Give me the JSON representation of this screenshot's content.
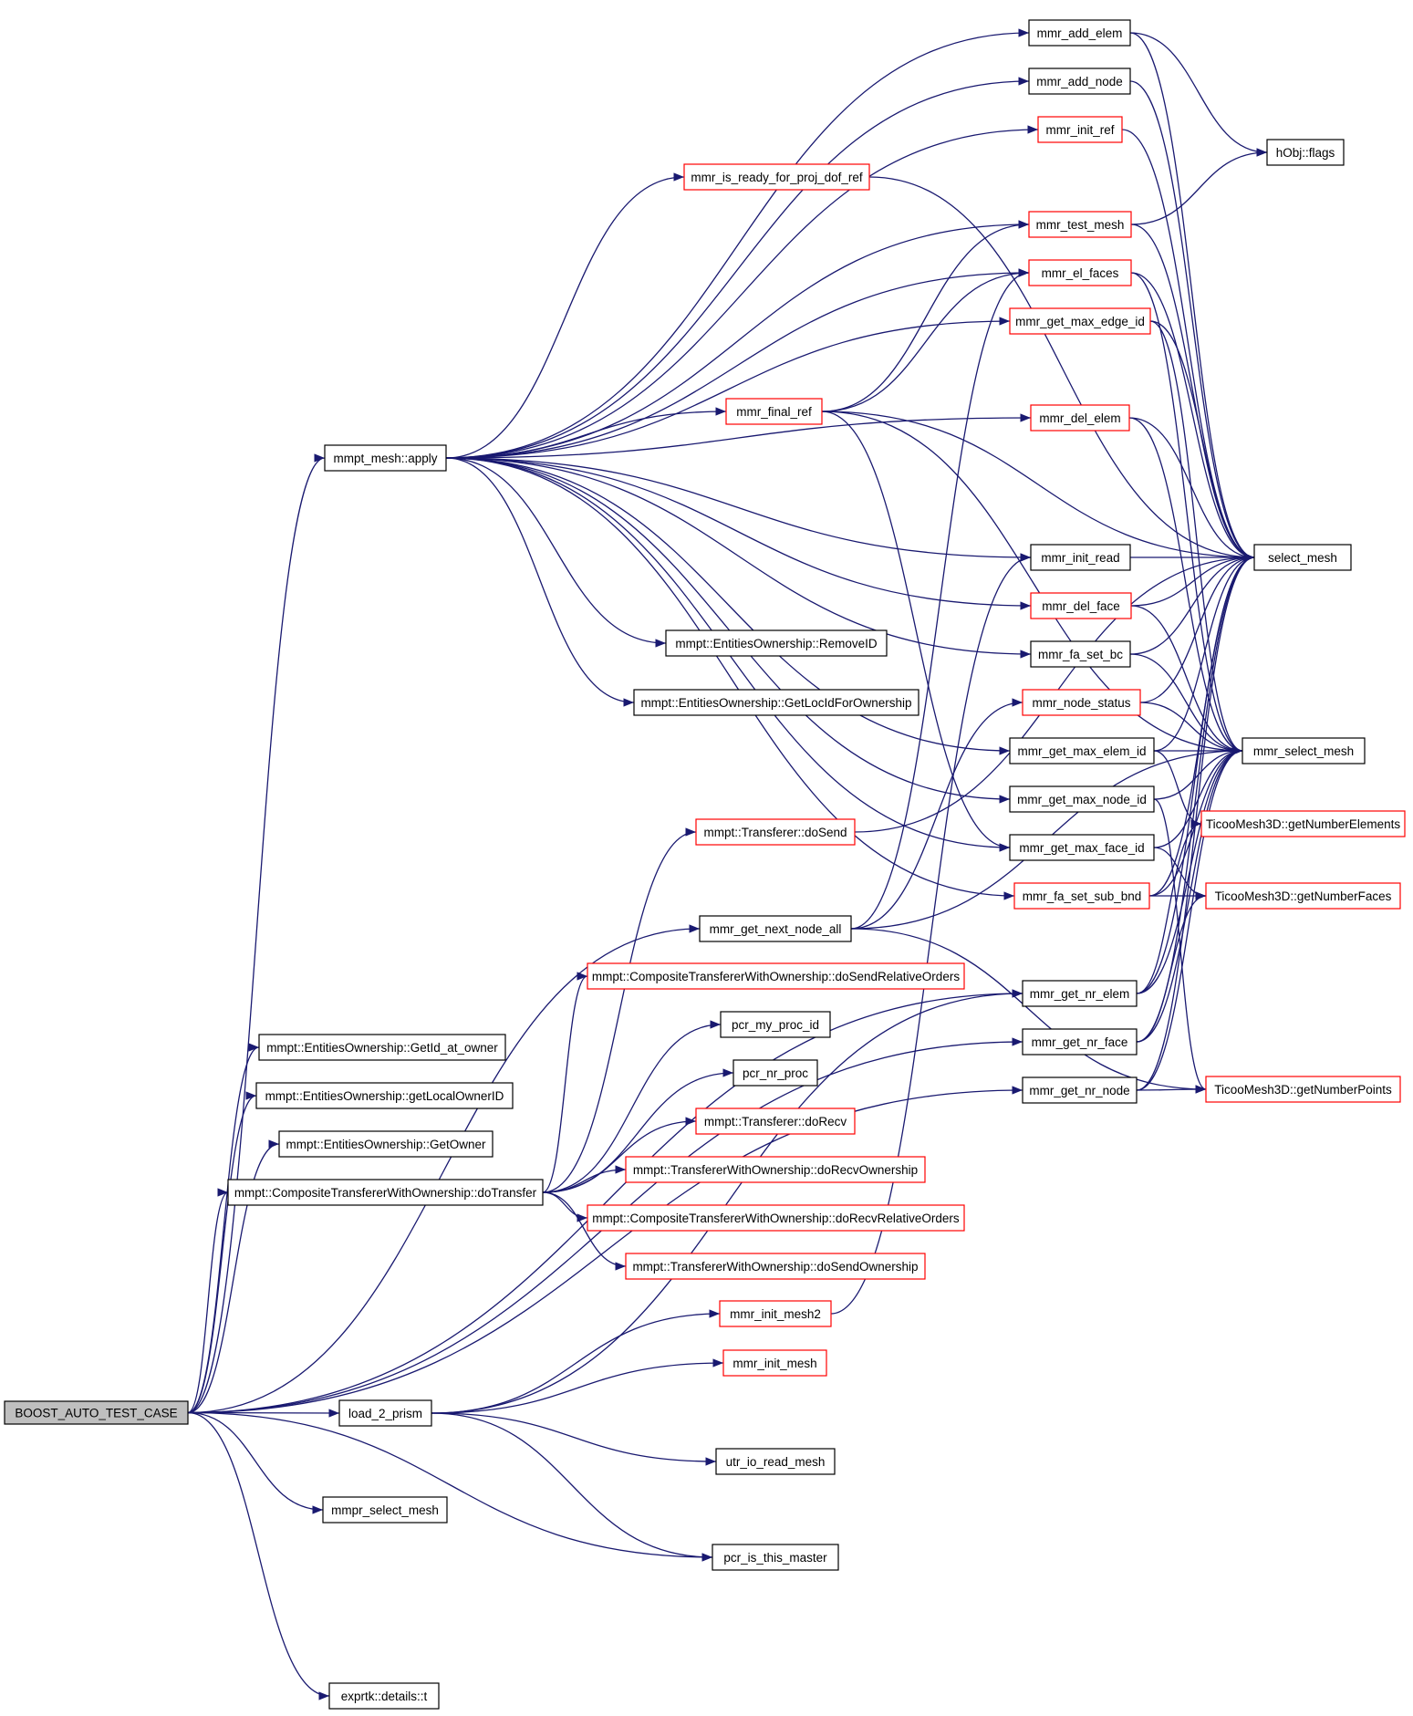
{
  "nodes": [
    {
      "id": "root",
      "label": "BOOST_AUTO_TEST_CASE",
      "style": "root"
    },
    {
      "id": "apply",
      "label": "mmpt_mesh::apply",
      "style": "normal"
    },
    {
      "id": "add_elem",
      "label": "mmr_add_elem",
      "style": "normal"
    },
    {
      "id": "add_node",
      "label": "mmr_add_node",
      "style": "normal"
    },
    {
      "id": "init_ref",
      "label": "mmr_init_ref",
      "style": "red"
    },
    {
      "id": "is_ready",
      "label": "mmr_is_ready_for_proj_dof_ref",
      "style": "red"
    },
    {
      "id": "test_mesh",
      "label": "mmr_test_mesh",
      "style": "red"
    },
    {
      "id": "el_faces",
      "label": "mmr_el_faces",
      "style": "red"
    },
    {
      "id": "max_edge",
      "label": "mmr_get_max_edge_id",
      "style": "red"
    },
    {
      "id": "final_ref",
      "label": "mmr_final_ref",
      "style": "red"
    },
    {
      "id": "del_elem",
      "label": "mmr_del_elem",
      "style": "red"
    },
    {
      "id": "init_read",
      "label": "mmr_init_read",
      "style": "normal"
    },
    {
      "id": "del_face",
      "label": "mmr_del_face",
      "style": "red"
    },
    {
      "id": "fa_set_bc",
      "label": "mmr_fa_set_bc",
      "style": "normal"
    },
    {
      "id": "node_status",
      "label": "mmr_node_status",
      "style": "red"
    },
    {
      "id": "max_elem",
      "label": "mmr_get_max_elem_id",
      "style": "normal"
    },
    {
      "id": "max_node",
      "label": "mmr_get_max_node_id",
      "style": "normal"
    },
    {
      "id": "max_face",
      "label": "mmr_get_max_face_id",
      "style": "normal"
    },
    {
      "id": "fa_sub_bnd",
      "label": "mmr_fa_set_sub_bnd",
      "style": "red"
    },
    {
      "id": "hobj",
      "label": "hObj::flags",
      "style": "normal"
    },
    {
      "id": "select_mesh",
      "label": "select_mesh",
      "style": "normal"
    },
    {
      "id": "mmr_select",
      "label": "mmr_select_mesh",
      "style": "normal"
    },
    {
      "id": "ticoo_elems",
      "label": "TicooMesh3D::getNumberElements",
      "style": "red"
    },
    {
      "id": "ticoo_faces",
      "label": "TicooMesh3D::getNumberFaces",
      "style": "red"
    },
    {
      "id": "ticoo_points",
      "label": "TicooMesh3D::getNumberPoints",
      "style": "red"
    },
    {
      "id": "removeid",
      "label": "mmpt::EntitiesOwnership::RemoveID",
      "style": "normal"
    },
    {
      "id": "getlocid",
      "label": "mmpt::EntitiesOwnership::GetLocIdForOwnership",
      "style": "normal"
    },
    {
      "id": "dosend",
      "label": "mmpt::Transferer::doSend",
      "style": "red"
    },
    {
      "id": "next_node",
      "label": "mmr_get_next_node_all",
      "style": "normal"
    },
    {
      "id": "ctw_send_rel",
      "label": "mmpt::CompositeTransfererWithOwnership::doSendRelativeOrders",
      "style": "red"
    },
    {
      "id": "nr_elem",
      "label": "mmr_get_nr_elem",
      "style": "normal"
    },
    {
      "id": "my_proc",
      "label": "pcr_my_proc_id",
      "style": "normal"
    },
    {
      "id": "nr_face",
      "label": "mmr_get_nr_face",
      "style": "normal"
    },
    {
      "id": "getid_owner",
      "label": "mmpt::EntitiesOwnership::GetId_at_owner",
      "style": "normal"
    },
    {
      "id": "nr_proc",
      "label": "pcr_nr_proc",
      "style": "normal"
    },
    {
      "id": "nr_node",
      "label": "mmr_get_nr_node",
      "style": "normal"
    },
    {
      "id": "get_local_owner",
      "label": "mmpt::EntitiesOwnership::getLocalOwnerID",
      "style": "normal"
    },
    {
      "id": "dorecv",
      "label": "mmpt::Transferer::doRecv",
      "style": "red"
    },
    {
      "id": "get_owner",
      "label": "mmpt::EntitiesOwnership::GetOwner",
      "style": "normal"
    },
    {
      "id": "tw_recv_own",
      "label": "mmpt::TransfererWithOwnership::doRecvOwnership",
      "style": "red"
    },
    {
      "id": "ctw_transfer",
      "label": "mmpt::CompositeTransfererWithOwnership::doTransfer",
      "style": "normal"
    },
    {
      "id": "ctw_recv_rel",
      "label": "mmpt::CompositeTransfererWithOwnership::doRecvRelativeOrders",
      "style": "red"
    },
    {
      "id": "tw_send_own",
      "label": "mmpt::TransfererWithOwnership::doSendOwnership",
      "style": "red"
    },
    {
      "id": "init_mesh2",
      "label": "mmr_init_mesh2",
      "style": "red"
    },
    {
      "id": "init_mesh",
      "label": "mmr_init_mesh",
      "style": "red"
    },
    {
      "id": "load_prism",
      "label": "load_2_prism",
      "style": "normal"
    },
    {
      "id": "utr_read",
      "label": "utr_io_read_mesh",
      "style": "normal"
    },
    {
      "id": "mmpr_select",
      "label": "mmpr_select_mesh",
      "style": "normal"
    },
    {
      "id": "pcr_master",
      "label": "pcr_is_this_master",
      "style": "normal"
    },
    {
      "id": "exprtk",
      "label": "exprtk::details::t",
      "style": "normal"
    }
  ],
  "edges": [
    [
      "root",
      "apply"
    ],
    [
      "root",
      "getid_owner"
    ],
    [
      "root",
      "get_local_owner"
    ],
    [
      "root",
      "get_owner"
    ],
    [
      "root",
      "ctw_transfer"
    ],
    [
      "root",
      "load_prism"
    ],
    [
      "root",
      "mmpr_select"
    ],
    [
      "root",
      "pcr_master"
    ],
    [
      "root",
      "exprtk"
    ],
    [
      "root",
      "next_node"
    ],
    [
      "root",
      "nr_elem"
    ],
    [
      "root",
      "nr_face"
    ],
    [
      "root",
      "nr_node"
    ],
    [
      "apply",
      "add_elem"
    ],
    [
      "apply",
      "add_node"
    ],
    [
      "apply",
      "init_ref"
    ],
    [
      "apply",
      "is_ready"
    ],
    [
      "apply",
      "test_mesh"
    ],
    [
      "apply",
      "el_faces"
    ],
    [
      "apply",
      "max_edge"
    ],
    [
      "apply",
      "final_ref"
    ],
    [
      "apply",
      "del_elem"
    ],
    [
      "apply",
      "init_read"
    ],
    [
      "apply",
      "del_face"
    ],
    [
      "apply",
      "fa_set_bc"
    ],
    [
      "apply",
      "removeid"
    ],
    [
      "apply",
      "getlocid"
    ],
    [
      "apply",
      "max_elem"
    ],
    [
      "apply",
      "max_node"
    ],
    [
      "apply",
      "max_face"
    ],
    [
      "apply",
      "fa_sub_bnd"
    ],
    [
      "add_elem",
      "hobj"
    ],
    [
      "add_elem",
      "select_mesh"
    ],
    [
      "add_node",
      "select_mesh"
    ],
    [
      "init_ref",
      "select_mesh"
    ],
    [
      "is_ready",
      "select_mesh"
    ],
    [
      "test_mesh",
      "select_mesh"
    ],
    [
      "test_mesh",
      "hobj"
    ],
    [
      "el_faces",
      "select_mesh"
    ],
    [
      "el_faces",
      "mmr_select"
    ],
    [
      "max_edge",
      "select_mesh"
    ],
    [
      "max_edge",
      "mmr_select"
    ],
    [
      "final_ref",
      "test_mesh"
    ],
    [
      "final_ref",
      "el_faces"
    ],
    [
      "final_ref",
      "select_mesh"
    ],
    [
      "final_ref",
      "mmr_select"
    ],
    [
      "final_ref",
      "max_face"
    ],
    [
      "del_elem",
      "select_mesh"
    ],
    [
      "del_elem",
      "mmr_select"
    ],
    [
      "init_read",
      "select_mesh"
    ],
    [
      "del_face",
      "select_mesh"
    ],
    [
      "del_face",
      "mmr_select"
    ],
    [
      "fa_set_bc",
      "select_mesh"
    ],
    [
      "fa_set_bc",
      "mmr_select"
    ],
    [
      "node_status",
      "select_mesh"
    ],
    [
      "node_status",
      "mmr_select"
    ],
    [
      "max_elem",
      "select_mesh"
    ],
    [
      "max_elem",
      "mmr_select"
    ],
    [
      "max_elem",
      "ticoo_elems"
    ],
    [
      "max_node",
      "mmr_select"
    ],
    [
      "max_node",
      "ticoo_points"
    ],
    [
      "max_face",
      "mmr_select"
    ],
    [
      "max_face",
      "ticoo_faces"
    ],
    [
      "fa_sub_bnd",
      "select_mesh"
    ],
    [
      "fa_sub_bnd",
      "mmr_select"
    ],
    [
      "fa_sub_bnd",
      "ticoo_faces"
    ],
    [
      "dosend",
      "select_mesh"
    ],
    [
      "next_node",
      "node_status"
    ],
    [
      "next_node",
      "el_faces"
    ],
    [
      "next_node",
      "mmr_select"
    ],
    [
      "next_node",
      "ticoo_points"
    ],
    [
      "nr_elem",
      "select_mesh"
    ],
    [
      "nr_elem",
      "mmr_select"
    ],
    [
      "nr_elem",
      "ticoo_elems"
    ],
    [
      "nr_face",
      "select_mesh"
    ],
    [
      "nr_face",
      "mmr_select"
    ],
    [
      "nr_face",
      "ticoo_faces"
    ],
    [
      "nr_node",
      "select_mesh"
    ],
    [
      "nr_node",
      "mmr_select"
    ],
    [
      "nr_node",
      "ticoo_points"
    ],
    [
      "ctw_transfer",
      "dosend"
    ],
    [
      "ctw_transfer",
      "ctw_send_rel"
    ],
    [
      "ctw_transfer",
      "my_proc"
    ],
    [
      "ctw_transfer",
      "nr_proc"
    ],
    [
      "ctw_transfer",
      "dorecv"
    ],
    [
      "ctw_transfer",
      "tw_recv_own"
    ],
    [
      "ctw_transfer",
      "ctw_recv_rel"
    ],
    [
      "ctw_transfer",
      "tw_send_own"
    ],
    [
      "init_mesh2",
      "init_read"
    ],
    [
      "load_prism",
      "init_mesh2"
    ],
    [
      "load_prism",
      "init_mesh"
    ],
    [
      "load_prism",
      "utr_read"
    ],
    [
      "load_prism",
      "pcr_master"
    ],
    [
      "load_prism",
      "nr_elem"
    ]
  ],
  "colors": {
    "edge": "#191970",
    "box_border_normal": "#000000",
    "box_border_red": "#ff0000",
    "root_fill": "#bfbfbf",
    "box_fill": "#ffffff"
  }
}
